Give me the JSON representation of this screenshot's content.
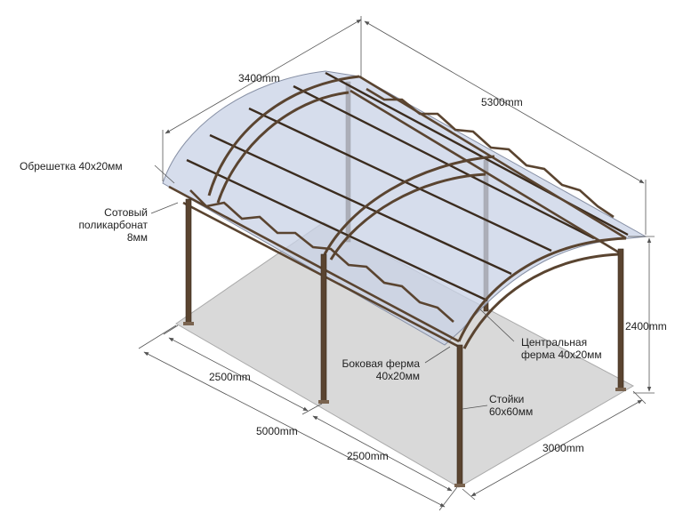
{
  "dimensions": {
    "width_top": "3400mm",
    "length_top": "5300mm",
    "height": "2400mm",
    "half_length_1": "2500mm",
    "half_length_2": "2500mm",
    "length_base": "5000mm",
    "width_base": "3000mm"
  },
  "callouts": {
    "lathing": "Обрешетка 40х20мм",
    "polycarbonate": [
      "Сотовый",
      "поликарбонат",
      "8мм"
    ],
    "side_truss": [
      "Боковая ферма",
      "40х20мм"
    ],
    "central_truss": [
      "Центральная",
      "ферма 40х20мм"
    ],
    "posts": [
      "Стойки",
      "60х60мм"
    ]
  },
  "colors": {
    "frame": "#5a4430",
    "roof": "#c8d2e6",
    "floor": "#d9d9d9",
    "dim_line": "#555555"
  }
}
